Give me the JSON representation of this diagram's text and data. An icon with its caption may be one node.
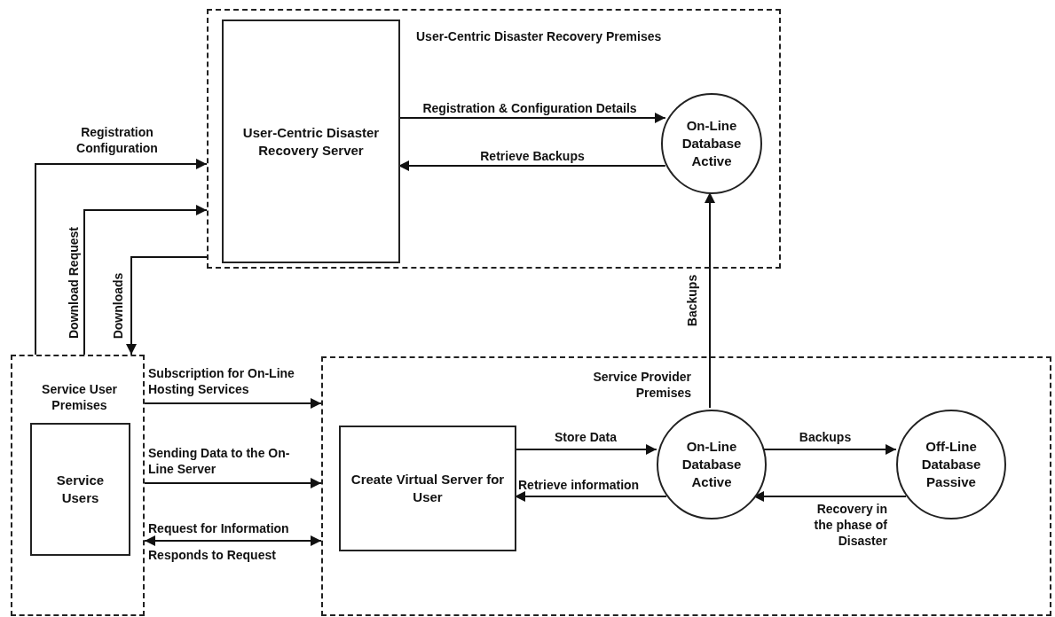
{
  "diagram": {
    "nodes": [
      {
        "text": [
          "User-Centric Disaster Recovery Premises"
        ]
      },
      {
        "text": [
          "User-Centric Disaster Recovery Server"
        ],
        "in": 0
      },
      {
        "text": [
          "On-Line Database Active"
        ],
        "in": 0
      },
      {
        "text": [
          "Service User Premises"
        ]
      },
      {
        "text": [
          "Service Users"
        ],
        "in": 3
      },
      {
        "text": [
          "Service Provider Premises"
        ]
      },
      {
        "text": [
          "Create Virtual Server for User"
        ],
        "in": 5
      },
      {
        "text": [
          "On-Line Database Active"
        ],
        "in": 5
      },
      {
        "text": [
          "Off-Line Database Passive"
        ],
        "in": 5
      }
    ],
    "edges": [
      {
        "from": 3,
        "to": 0,
        "arrow": "to",
        "label": "Registration Configuration"
      },
      {
        "from": 3,
        "to": 0,
        "arrow": "to",
        "label": "Download Request"
      },
      {
        "from": 0,
        "to": 3,
        "arrow": "to",
        "label": "Downloads"
      },
      {
        "from": 3,
        "to": 5,
        "arrow": "to",
        "label": "Subscription for On-Line Hosting Services"
      },
      {
        "from": 3,
        "to": 5,
        "arrow": "to",
        "label": "Sending Data to the On-Line Server"
      },
      {
        "from": 3,
        "to": 5,
        "arrow": "both",
        "label": "Request for Information"
      },
      {
        "from": 1,
        "to": 2,
        "arrow": "to",
        "label": "Registration & Configuration Details"
      },
      {
        "from": 2,
        "to": 1,
        "arrow": "to",
        "label": "Retrieve Backups"
      },
      {
        "from": 7,
        "to": 2,
        "arrow": "to",
        "label": "Backups"
      },
      {
        "from": 6,
        "to": 7,
        "arrow": "to",
        "label": "Store Data"
      },
      {
        "from": 7,
        "to": 6,
        "arrow": "to",
        "label": "Retrieve information"
      },
      {
        "from": 7,
        "to": 8,
        "arrow": "to",
        "label": "Backups"
      },
      {
        "from": 8,
        "to": 7,
        "arrow": "to",
        "label": "Recovery in the phase of Disaster"
      }
    ],
    "labels": [
      "Responds to Request"
    ]
  }
}
